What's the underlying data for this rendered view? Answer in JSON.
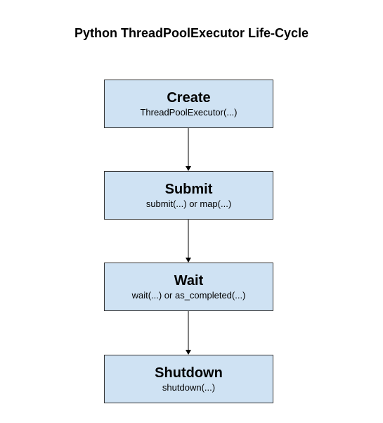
{
  "title": "Python ThreadPoolExecutor Life-Cycle",
  "stages": [
    {
      "name": "Create",
      "call": "ThreadPoolExecutor(...)"
    },
    {
      "name": "Submit",
      "call": "submit(...) or map(...)"
    },
    {
      "name": "Wait",
      "call": "wait(...) or as_completed(...)"
    },
    {
      "name": "Shutdown",
      "call": "shutdown(...)"
    }
  ],
  "colors": {
    "box_fill": "#cfe2f3",
    "box_border": "#333333",
    "arrow": "#000000"
  }
}
